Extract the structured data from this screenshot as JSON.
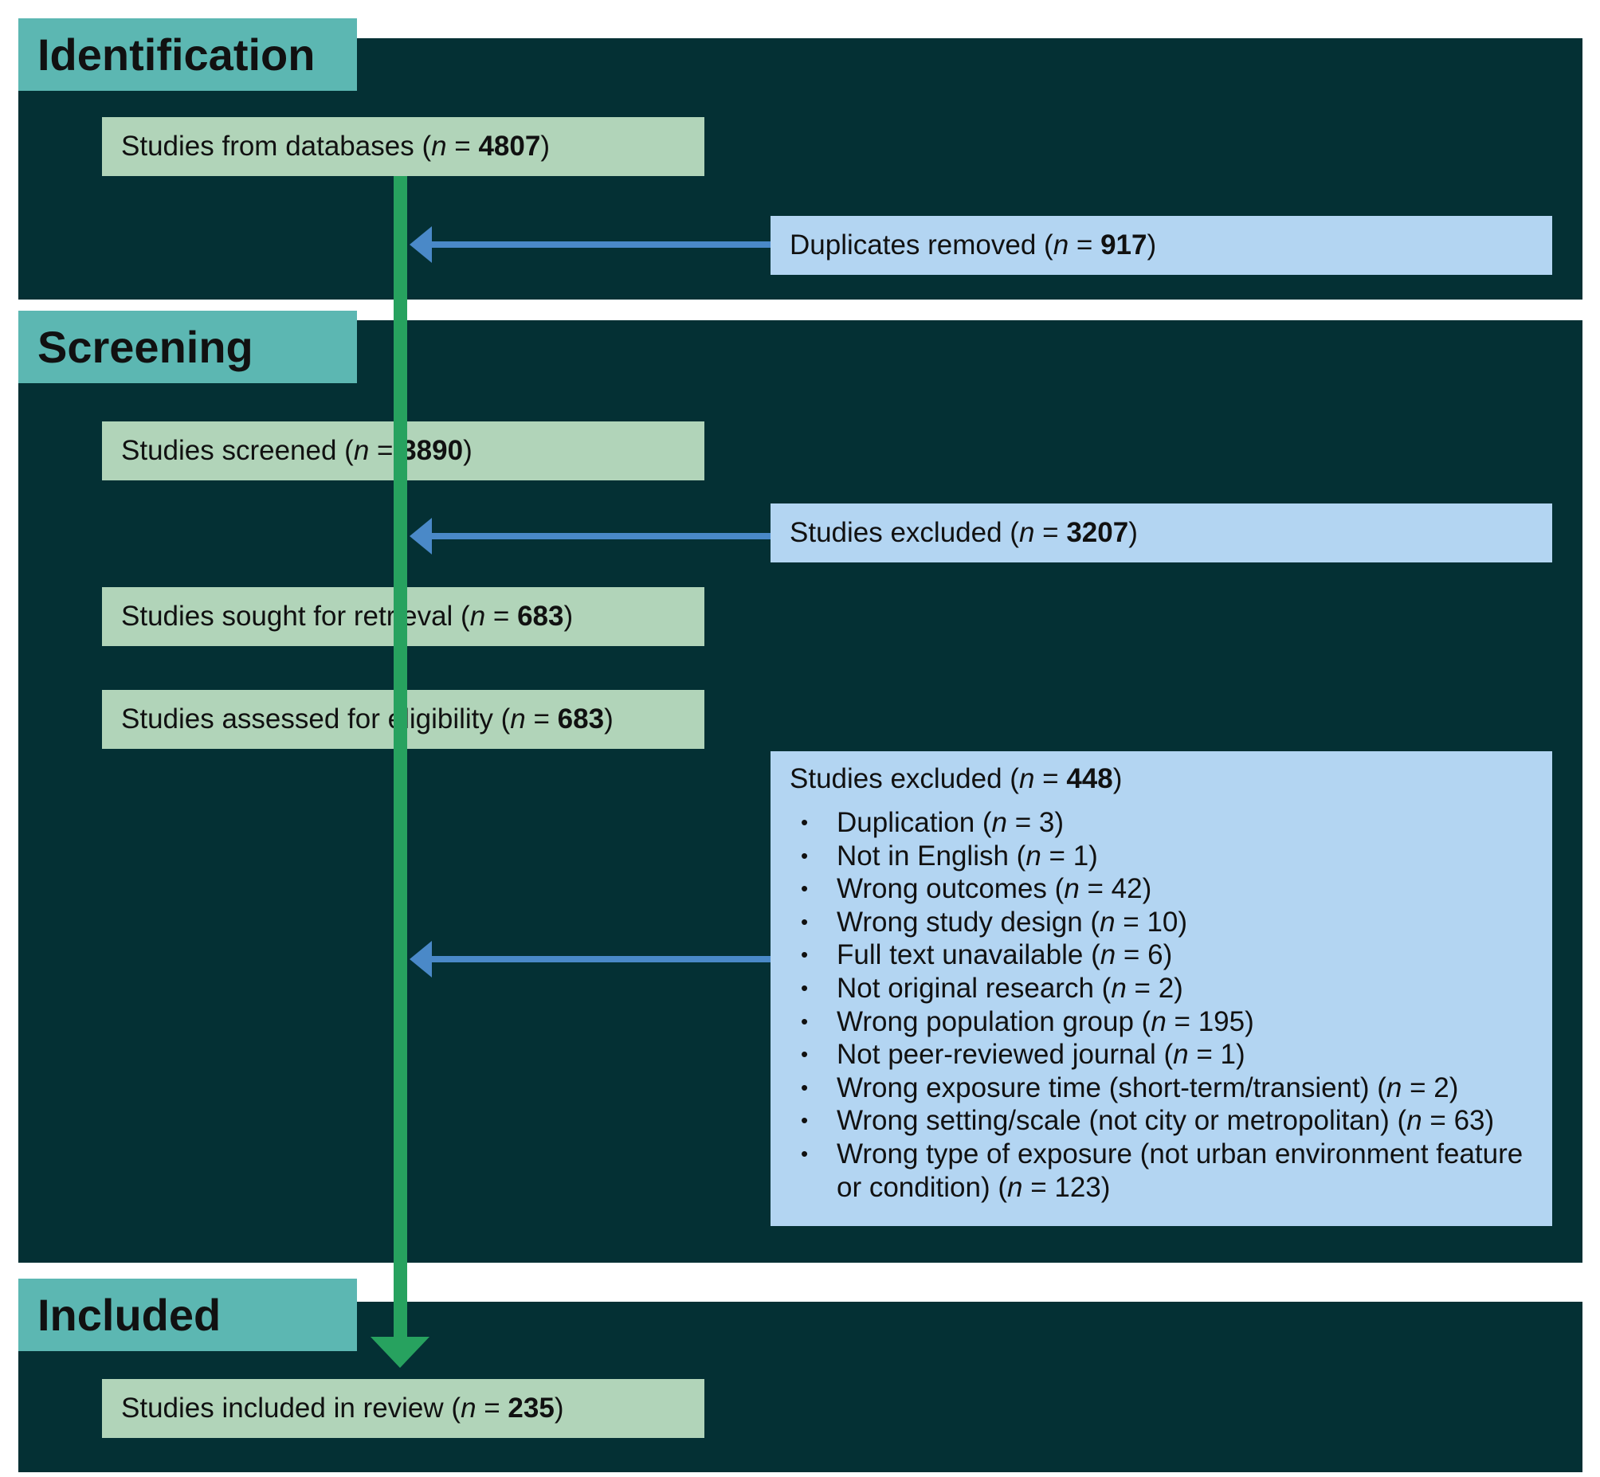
{
  "n_symbol": "n",
  "stages": {
    "identification": "Identification",
    "screening": "Screening",
    "included": "Included"
  },
  "boxes": {
    "databases": {
      "label": "Studies from databases",
      "value": "4807"
    },
    "duplicates": {
      "label": "Duplicates removed",
      "value": "917"
    },
    "screened": {
      "label": "Studies screened",
      "value": "3890"
    },
    "excluded1": {
      "label": "Studies excluded",
      "value": "3207"
    },
    "sought": {
      "label": "Studies sought for retrieval",
      "value": "683"
    },
    "assessed": {
      "label": "Studies assessed for eligibility",
      "value": "683"
    },
    "excluded2": {
      "label": "Studies excluded",
      "value": "448"
    },
    "included": {
      "label": "Studies included in review",
      "value": "235"
    }
  },
  "exclusion_reasons": [
    {
      "label": "Duplication",
      "value": "3"
    },
    {
      "label": "Not in English",
      "value": "1"
    },
    {
      "label": "Wrong outcomes",
      "value": "42"
    },
    {
      "label": "Wrong study design",
      "value": "10"
    },
    {
      "label": "Full text unavailable",
      "value": "6"
    },
    {
      "label": "Not original research",
      "value": "2"
    },
    {
      "label": "Wrong population group",
      "value": "195"
    },
    {
      "label": "Not peer-reviewed journal",
      "value": "1"
    },
    {
      "label": "Wrong exposure time (short-term/transient)",
      "value": "2"
    },
    {
      "label": "Wrong setting/scale (not city or metropolitan)",
      "value": "63"
    },
    {
      "label": "Wrong type of exposure (not urban environment feature or condition)",
      "value": "123"
    }
  ],
  "colors": {
    "background": "#043034",
    "stage_tab": "#5cb7b2",
    "main_box": "#b1d4b9",
    "exclusion_box": "#b3d5f2",
    "main_arrow": "#27a25f",
    "side_arrow": "#4a89c8"
  }
}
